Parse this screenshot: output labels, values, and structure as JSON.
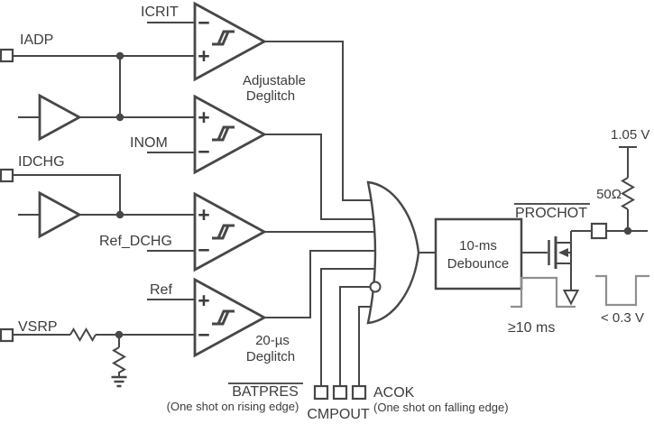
{
  "diagram": {
    "inputs": {
      "iadp": "IADP",
      "idchg": "IDCHG",
      "vsrp": "VSRP"
    },
    "references": {
      "icrit": "ICRIT",
      "inom": "INOM",
      "ref_dchg": "Ref_DCHG",
      "ref": "Ref"
    },
    "signs": {
      "plus": "+",
      "minus": "−"
    },
    "comparator_notes": {
      "adjustable_line1": "Adjustable",
      "adjustable_line2": "Deglitch",
      "deglitch20_line1": "20-µs",
      "deglitch20_line2": "Deglitch"
    },
    "debounce": {
      "line1": "10-ms",
      "line2": "Debounce"
    },
    "bottom_terminals": {
      "batpres": "BATPRES",
      "batpres_note": "(One shot on rising edge)",
      "cmpout": "CMPOUT",
      "acok": "ACOK",
      "acok_note": "(One shot on falling edge)"
    },
    "output": {
      "prochot": "PROCHOT"
    },
    "power": {
      "supply": "1.05 V",
      "pullup_resistor": "50Ω"
    },
    "waveforms": {
      "gate_pulse": "≥10 ms",
      "output_low": "< 0.3 V"
    },
    "colors": {
      "line": "#474747",
      "wave": "#8f8f8f",
      "text": "#3c3c3c",
      "background": "#ffffff"
    }
  }
}
